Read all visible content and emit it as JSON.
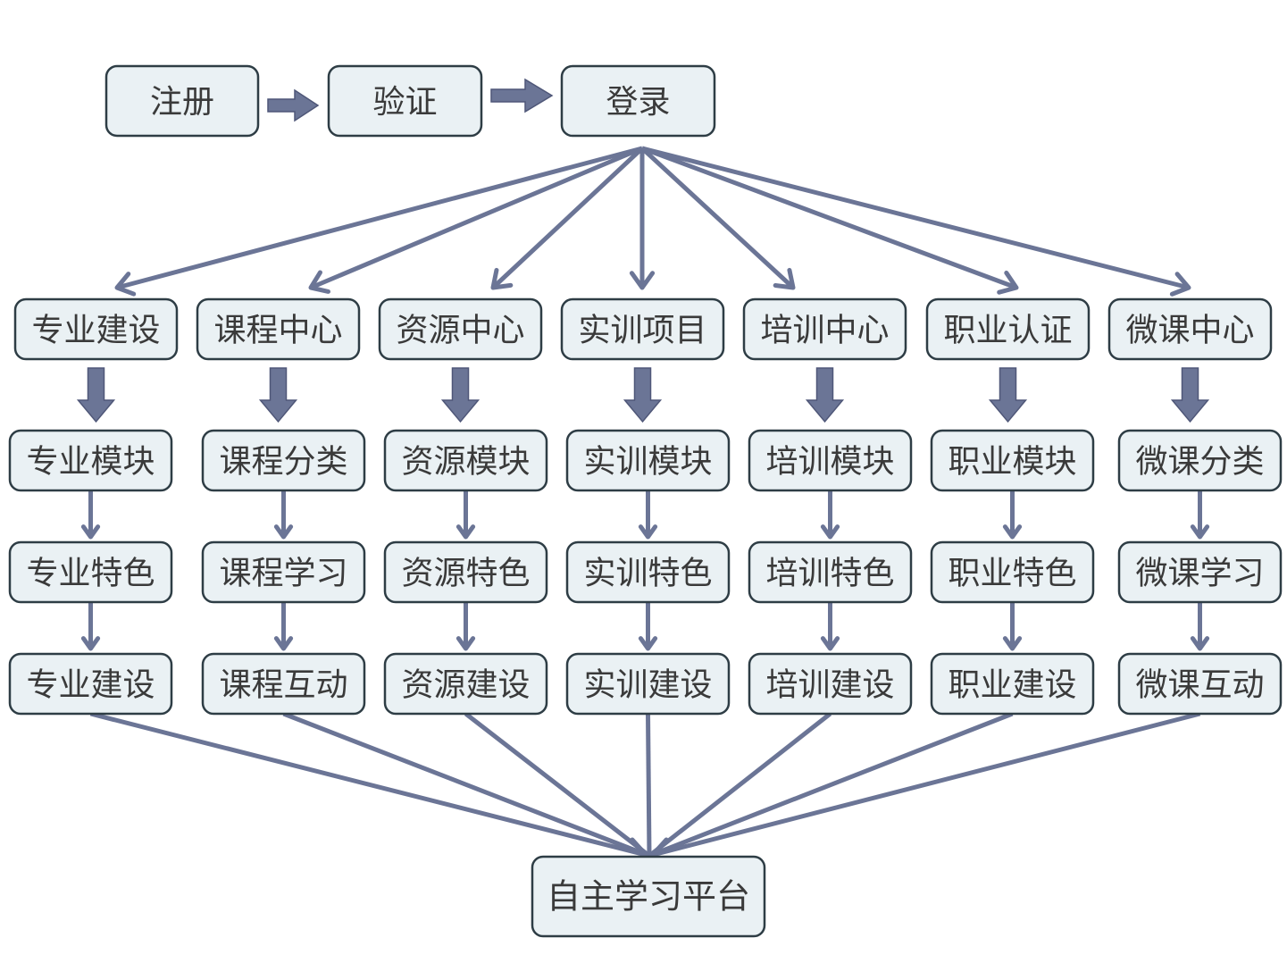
{
  "diagram": {
    "colors": {
      "line": "#6b7596",
      "box_fill": "#eaf1f4",
      "box_border": "#2e3d45",
      "text": "#3a3a3a"
    },
    "top_row": [
      "注册",
      "验证",
      "登录"
    ],
    "columns": [
      {
        "category": "专业建设",
        "steps": [
          "专业模块",
          "专业特色",
          "专业建设"
        ]
      },
      {
        "category": "课程中心",
        "steps": [
          "课程分类",
          "课程学习",
          "课程互动"
        ]
      },
      {
        "category": "资源中心",
        "steps": [
          "资源模块",
          "资源特色",
          "资源建设"
        ]
      },
      {
        "category": "实训项目",
        "steps": [
          "实训模块",
          "实训特色",
          "实训建设"
        ]
      },
      {
        "category": "培训中心",
        "steps": [
          "培训模块",
          "培训特色",
          "培训建设"
        ]
      },
      {
        "category": "职业认证",
        "steps": [
          "职业模块",
          "职业特色",
          "职业建设"
        ]
      },
      {
        "category": "微课中心",
        "steps": [
          "微课分类",
          "微课学习",
          "微课互动"
        ]
      }
    ],
    "final": "自主学习平台"
  }
}
